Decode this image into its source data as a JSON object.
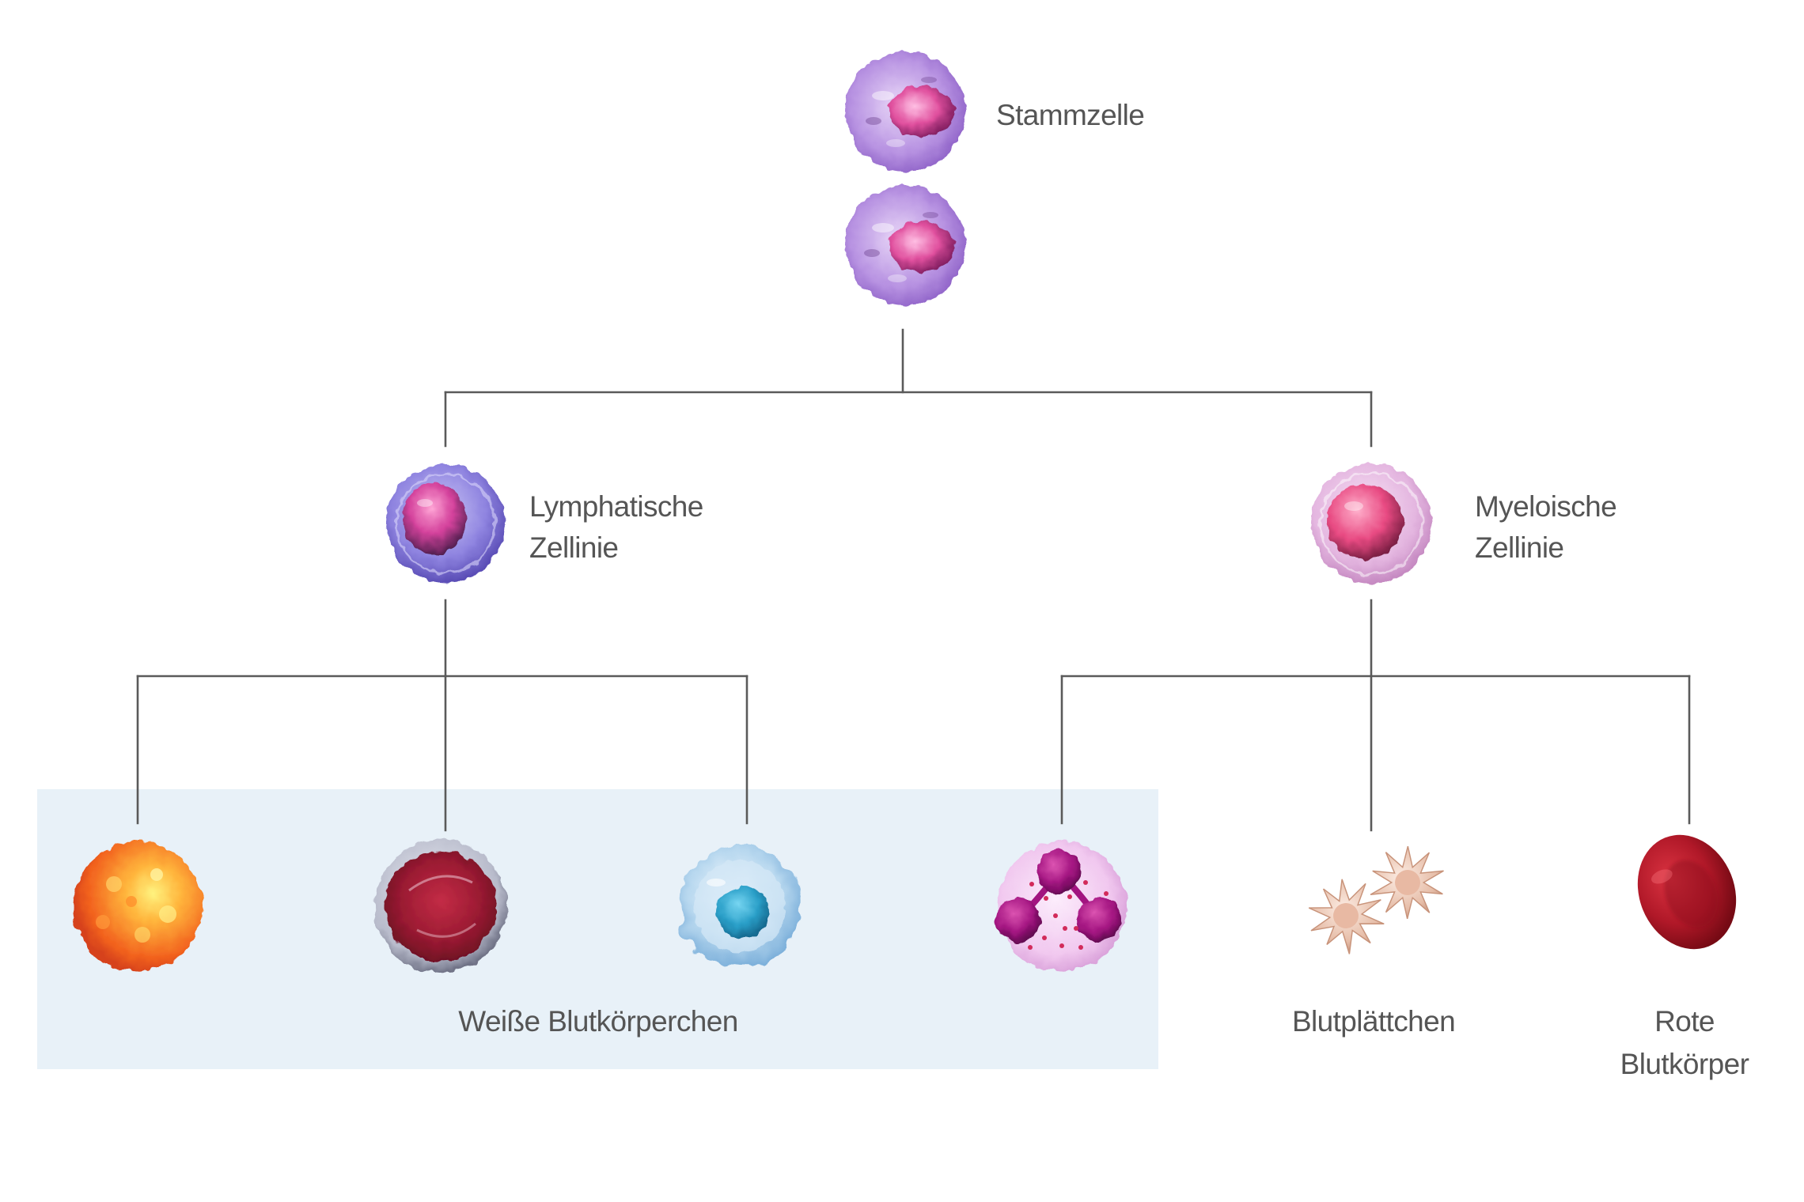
{
  "diagram": {
    "root": {
      "label": "Stammzelle"
    },
    "lymphoid": {
      "label_line1": "Lymphatische",
      "label_line2": "Zellinie"
    },
    "myeloid": {
      "label_line1": "Myeloische",
      "label_line2": "Zellinie"
    },
    "white_blood_cells": {
      "label": "Weiße Blutkörperchen"
    },
    "platelets": {
      "label": "Blutplättchen"
    },
    "red_blood_cells": {
      "label_line1": "Rote",
      "label_line2": "Blutkörper"
    }
  },
  "colors": {
    "line": "#5a5a5a",
    "text": "#555555",
    "highlight_box": "#e8f1f8"
  },
  "icons": [
    "stem-cell-icon",
    "lymphoid-progenitor-icon",
    "myeloid-progenitor-icon",
    "white-cell-orange-icon",
    "white-cell-dark-red-icon",
    "white-cell-blue-icon",
    "white-cell-purple-icon",
    "platelets-icon",
    "red-blood-cell-icon"
  ]
}
